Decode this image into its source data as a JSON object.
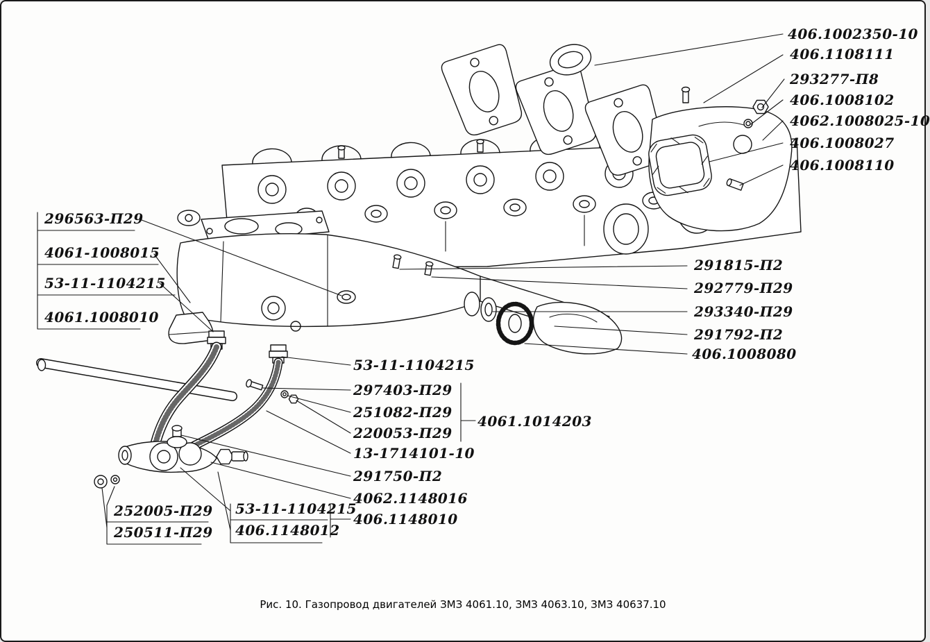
{
  "figure": {
    "caption": "Рис. 10. Газопровод двигателей ЗМЗ 4061.10, ЗМЗ 4063.10, ЗМЗ 40637.10",
    "ink_color": "#151515",
    "paper_color": "#fdfdfc"
  },
  "labels": [
    {
      "text": "406.1002350-10"
    },
    {
      "text": "406.1108111"
    },
    {
      "text": "293277-П8"
    },
    {
      "text": "406.1008102"
    },
    {
      "text": "4062.1008025-10"
    },
    {
      "text": "406.1008027"
    },
    {
      "text": "406.1008110"
    },
    {
      "text": "291815-П2"
    },
    {
      "text": "292779-П29"
    },
    {
      "text": "293340-П29"
    },
    {
      "text": "291792-П2"
    },
    {
      "text": "406.1008080"
    },
    {
      "text": "296563-П29"
    },
    {
      "text": "4061-1008015"
    },
    {
      "text": "53-11-1104215"
    },
    {
      "text": "4061.1008010"
    },
    {
      "text": "53-11-1104215"
    },
    {
      "text": "297403-П29"
    },
    {
      "text": "251082-П29"
    },
    {
      "text": "220053-П29"
    },
    {
      "text": "13-1714101-10"
    },
    {
      "text": "291750-П2"
    },
    {
      "text": "4062.1148016"
    },
    {
      "text": "406.1148010"
    },
    {
      "text": "4061.1014203"
    },
    {
      "text": "252005-П29"
    },
    {
      "text": "250511-П29"
    },
    {
      "text": "53-11-1104215"
    },
    {
      "text": "406.1148012"
    }
  ]
}
